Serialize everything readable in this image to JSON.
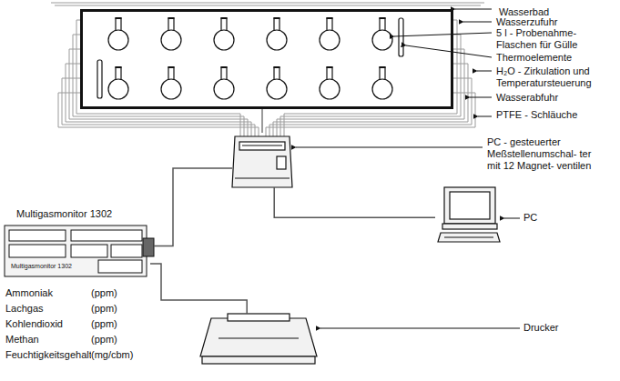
{
  "diagram": {
    "nodes": [
      {
        "text": [
          "Wasserbad"
        ]
      },
      {
        "text": [
          "PC - gesteuerter Meßstellenumschal- ter mit 12 Magnet- ventilen"
        ]
      },
      {
        "text": [
          "PC"
        ]
      },
      {
        "text": [
          "Multigasmonitor 1302"
        ]
      },
      {
        "text": [
          "Drucker"
        ]
      }
    ],
    "edges": [
      {
        "from": 0,
        "to": 1,
        "arrow": "none"
      },
      {
        "from": 1,
        "to": 2,
        "arrow": "none"
      },
      {
        "from": 1,
        "to": 3,
        "arrow": "none"
      },
      {
        "from": 3,
        "to": 4,
        "arrow": "none"
      }
    ],
    "labels": [
      "Wasserzufuhr",
      "5 l - Probenahme- Flaschen für Gülle",
      "Thermoelemente",
      "H₂O - Zirkulation und Temperatursteuerung",
      "Wasserabfuhr",
      "PTFE - Schläuche",
      "Multigasmonitor 1302",
      "Ammoniak",
      "(ppm)",
      "Lachgas",
      "(ppm)",
      "Kohlendioxid",
      "(ppm)",
      "Methan",
      "(ppm)",
      "Feuchtigkeitsgehalt",
      "(mg/cbm)"
    ]
  }
}
